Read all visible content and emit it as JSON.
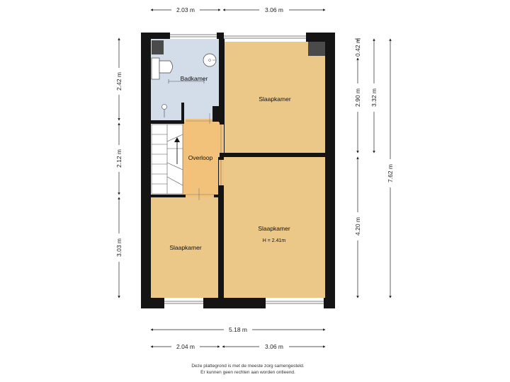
{
  "dimensions": {
    "top_left": "2.03 m",
    "top_right": "3.06 m",
    "left_1": "2.42 m",
    "left_2": "2.12 m",
    "left_3": "3.03 m",
    "right_1": "0.42 m",
    "right_2": "2.90 m",
    "right_3": "4.20 m",
    "right_4": "3.32 m",
    "right_total": "7.62 m",
    "bottom_total": "5.18 m",
    "bottom_left": "2.04 m",
    "bottom_right": "3.06 m"
  },
  "rooms": {
    "badkamer": "Badkamer",
    "slaapkamer_top": "Slaapkamer",
    "overloop": "Overloop",
    "slaapkamer_right": "Slaapkamer",
    "slaapkamer_right_height": "H = 2.41m",
    "slaapkamer_left": "Slaapkamer"
  },
  "disclaimer": {
    "line1": "Deze plattegrond is met de meeste zorg samengesteld.",
    "line2": "Er kunnen geen rechten aan worden ontleend."
  },
  "colors": {
    "bedroom": "#ecc888",
    "bathroom": "#d3dde9",
    "landing": "#f2c27a",
    "wall": "#141414"
  }
}
